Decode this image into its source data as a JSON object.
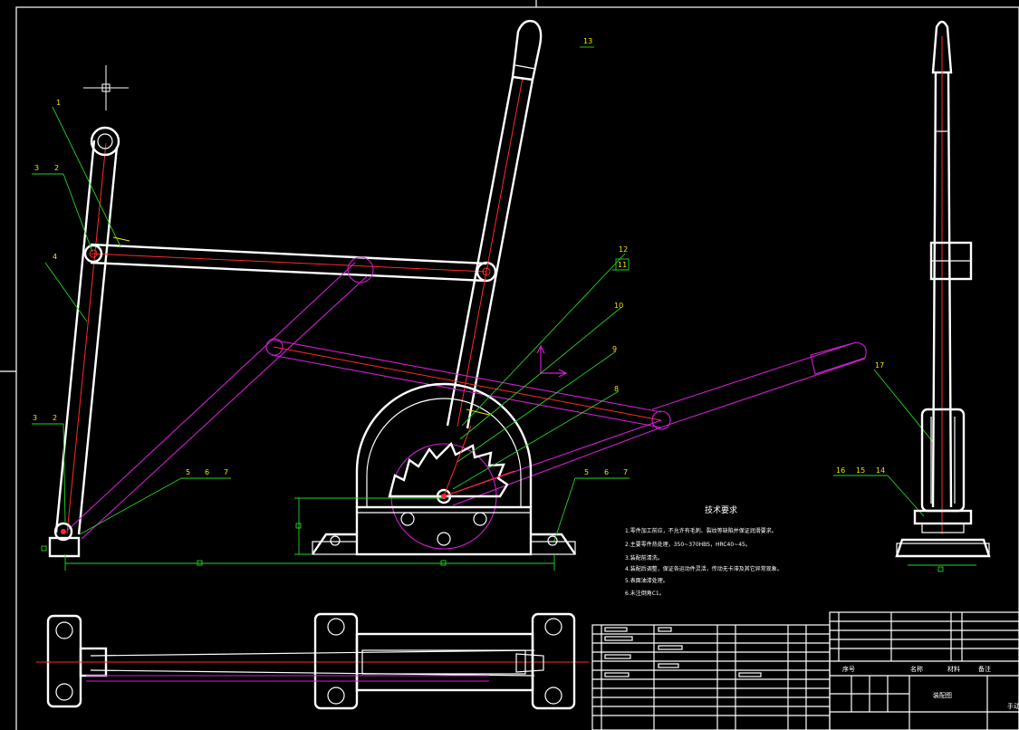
{
  "drawing": {
    "title_cell": "装配图",
    "title_cell_right": "手动",
    "tech_notes": {
      "title": "技术要求",
      "lines": [
        "1.零件加工前应，不允许有毛刺、裂纹等缺陷并保证润滑要求。",
        "2.主要零件热处理，350~370HBS，HRC40~45。",
        "3.装配前清洗。",
        "4.装配后调整，保证各运动件灵活，传动无卡滞及其它异常现象。",
        "5.表面油漆处理。",
        "6.未注倒角C1。"
      ]
    },
    "part_labels": {
      "p1": "1",
      "p2a": "2",
      "p3a": "3",
      "p2b": "2",
      "p3b": "3",
      "p4": "4",
      "p5a": "5",
      "p6a": "6",
      "p7a": "7",
      "p5b": "5",
      "p6b": "6",
      "p7b": "7",
      "p8": "8",
      "p9": "9",
      "p10": "10",
      "p11": "11",
      "p12": "12",
      "p13": "13",
      "p14": "14",
      "p15": "15",
      "p16": "16",
      "p17": "17"
    },
    "title_block": {
      "col_a": "序号",
      "col_b": "名称",
      "col_c": "材料",
      "col_d": "备注"
    }
  },
  "colors": {
    "background": "#000000",
    "outline": "#ffffff",
    "centerline": "#ff2a2a",
    "linkage": "#d21fd2",
    "dimension": "#22d622",
    "annotation": "#19e0e0"
  }
}
